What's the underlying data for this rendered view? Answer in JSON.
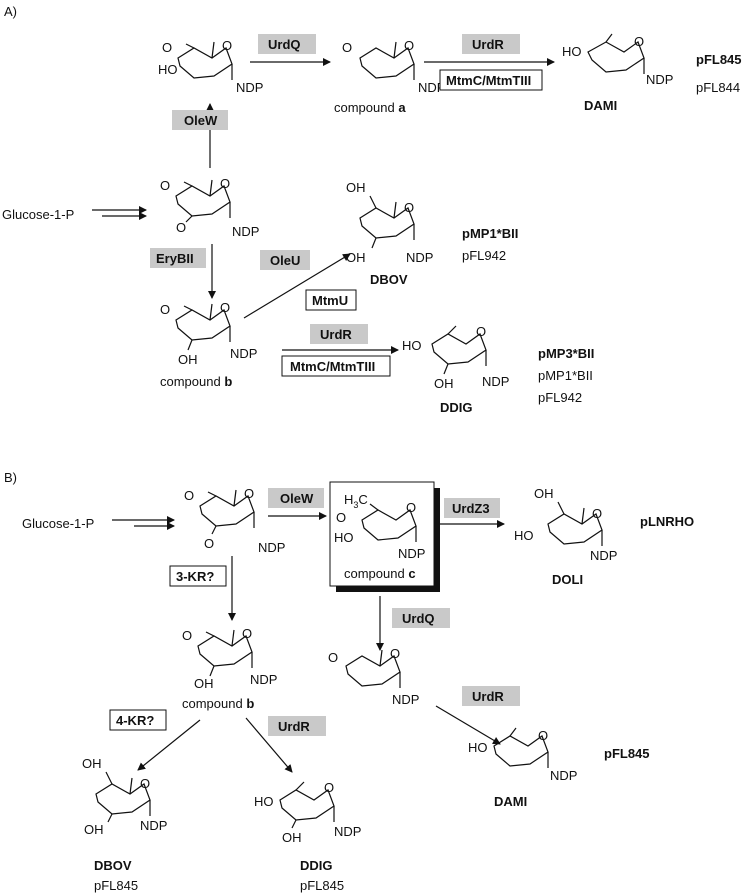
{
  "panels": {
    "a": "A)",
    "b": "B)"
  },
  "atoms": {
    "o": "O",
    "ho": "HO",
    "oh": "OH",
    "ndp": "NDP",
    "h3c": "H3C"
  },
  "start": "Glucose-1-P",
  "enzymes": {
    "oleW": "OleW",
    "urdQ": "UrdQ",
    "urdR": "UrdR",
    "mtmC": "MtmC/MtmTIII",
    "eryBII": "EryBII",
    "oleU": "OleU",
    "mtmU": "MtmU",
    "urdZ3": "UrdZ3",
    "kr3": "3-KR?",
    "kr4": "4-KR?"
  },
  "compounds": {
    "a": {
      "prefix": "compound ",
      "id": "a"
    },
    "b": {
      "prefix": "compound ",
      "id": "b"
    },
    "c": {
      "prefix": "compound ",
      "id": "c"
    },
    "dami": "DAMI",
    "dbov": "DBOV",
    "ddig": "DDIG",
    "doli": "DOLI"
  },
  "plasmids": {
    "pFL845": "pFL845",
    "pFL844": "pFL844",
    "pMP1BII": "pMP1*BII",
    "pFL942": "pFL942",
    "pMP3BII": "pMP3*BII",
    "pLNRHO": "pLNRHO"
  }
}
